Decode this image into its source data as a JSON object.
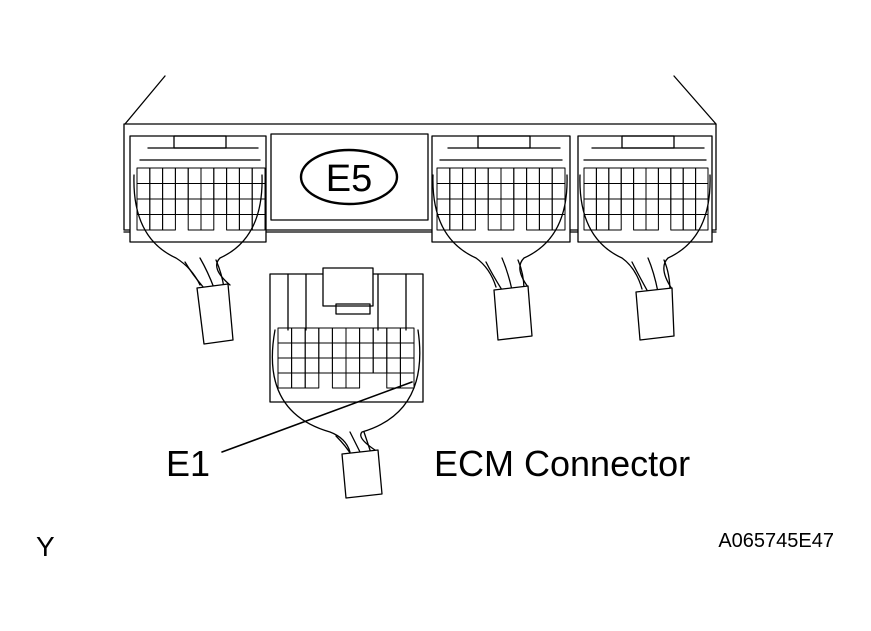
{
  "diagram": {
    "badge_label": "E5",
    "pin_label": "E1",
    "connector_label": "ECM Connector",
    "corner_label": "Y",
    "figure_code": "A065745E47"
  },
  "colors": {
    "ink": "#000000",
    "paper": "#ffffff"
  }
}
